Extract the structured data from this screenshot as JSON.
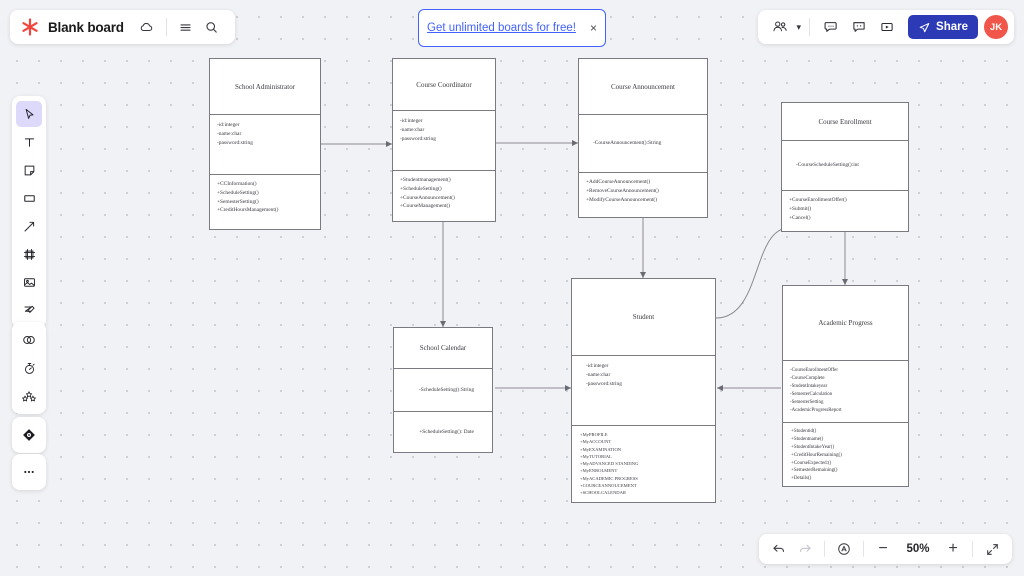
{
  "app": {
    "board_title": "Blank board",
    "logo_icon": "miro-star-icon",
    "cloud_icon": "cloud-saved-icon",
    "menu_icon": "hamburger-menu-icon",
    "search_icon": "search-icon"
  },
  "promo": {
    "text": "Get unlimited boards for free!",
    "close_label": "×",
    "accent": "#4262ff"
  },
  "topbar_right": {
    "people_icon": "people-icon",
    "chevron": "▾",
    "comment_icon": "comment-icon",
    "chat_icon": "chat-icon",
    "present_icon": "present-icon",
    "share_label": "Share",
    "share_icon": "paper-plane-icon",
    "share_color": "#2c3bb5",
    "avatar_initials": "JK",
    "avatar_color": "#f0564a"
  },
  "toolbar": {
    "groups": [
      {
        "items": [
          {
            "name": "select-tool",
            "icon": "cursor-icon",
            "selected": true
          },
          {
            "name": "text-tool",
            "icon": "text-icon",
            "selected": false
          },
          {
            "name": "sticky-note-tool",
            "icon": "sticky-note-icon",
            "selected": false
          },
          {
            "name": "shapes-tool",
            "icon": "rectangle-icon",
            "selected": false
          },
          {
            "name": "connector-tool",
            "icon": "arrow-icon",
            "selected": false
          },
          {
            "name": "frame-tool",
            "icon": "frame-icon",
            "selected": false
          },
          {
            "name": "upload-tool",
            "icon": "image-icon",
            "selected": false
          },
          {
            "name": "pen-tool",
            "icon": "scribble-icon",
            "selected": false
          }
        ]
      },
      {
        "items": [
          {
            "name": "templates-tool",
            "icon": "venn-diagram-icon",
            "selected": false
          },
          {
            "name": "timer-tool",
            "icon": "timer-icon",
            "selected": false
          },
          {
            "name": "apps-tool",
            "icon": "stars-icon",
            "selected": false
          }
        ]
      },
      {
        "items": [
          {
            "name": "smart-diagram-tool",
            "icon": "diamond-icon",
            "selected": false
          }
        ]
      },
      {
        "items": [
          {
            "name": "more-tools",
            "icon": "more-horizontal-icon",
            "selected": false
          }
        ]
      }
    ]
  },
  "bottombar": {
    "undo_icon": "undo-icon",
    "redo_icon": "redo-icon",
    "comment_mode_icon": "circled-a-icon",
    "zoom_out_label": "−",
    "zoom_level": "50%",
    "zoom_in_label": "+",
    "fit_icon": "fit-to-screen-icon"
  },
  "diagram": {
    "type": "uml-class-diagram",
    "classes": [
      {
        "id": "school-administrator",
        "name": "School Administrator",
        "attributes": [
          "-id:integer",
          "-name:char",
          "-password:string"
        ],
        "operations": [
          "+CCInformation()",
          "+ScheduleSetting()",
          "+SemesterSetting()",
          "+CreditHoursManagement()"
        ]
      },
      {
        "id": "course-coordinator",
        "name": "Course Coordinator",
        "attributes": [
          "-id:integer",
          "-name:char",
          "-password:string"
        ],
        "operations": [
          "+Studentmanagement()",
          "+ScheduleSetting()",
          "+CourseAnnouncement()",
          "+CourseManagement()"
        ]
      },
      {
        "id": "course-announcement",
        "name": "Course Announcement",
        "attributes": [
          "-CourseAnnouncement():String"
        ],
        "operations": [
          "+AddCourseAnnouncement()",
          "+RemoveCourseAnnouncement()",
          "+ModifyCourseAnnouncement()"
        ]
      },
      {
        "id": "course-enrollment",
        "name": "Course Enrollment",
        "attributes": [
          "-CourseScheduleSetting():int"
        ],
        "operations": [
          "+CourseEnrollmentOffer()",
          "+Submit()",
          "+Cancel()"
        ]
      },
      {
        "id": "school-calendar",
        "name": "School Calendar",
        "attributes": [
          "-ScheduleSetting():String"
        ],
        "operations": [
          "+ScheduleSetting(): Date"
        ]
      },
      {
        "id": "student",
        "name": "Student",
        "attributes": [
          "-id:integer",
          "-name:char",
          "-password:string"
        ],
        "operations": [
          "+MyPROFILE",
          "+MyACCOUNT",
          "+MyEXAMINATION",
          "+MyTUTORIAL",
          "+MyADVANCED STANDING",
          "+MyENROLMENT",
          "+MyACADEMIC PROGRESS",
          "+COURCEANNOUCEMENT",
          "+SCHOOLCALENDAR"
        ]
      },
      {
        "id": "academic-progress",
        "name": "Academic Progress",
        "attributes": [
          "-CourseEnrollmentOffer",
          "-CourseComplete",
          "-StudentIntakeyear",
          "-SemesterCalculation",
          "-SemesterSetting",
          "-AcademicProgressReport"
        ],
        "operations": [
          "+Studentid()",
          "+Studentname()",
          "+StudentIntakeYear()",
          "+CreditHourRemaining()",
          "+CourseExpected:()",
          "+SemesterRemaining()",
          "+Details()"
        ]
      }
    ],
    "connectors": [
      {
        "from": "school-administrator",
        "to": "course-coordinator"
      },
      {
        "from": "course-coordinator",
        "to": "course-announcement"
      },
      {
        "from": "course-coordinator",
        "to": "school-calendar"
      },
      {
        "from": "course-announcement",
        "to": "student"
      },
      {
        "from": "school-calendar",
        "to": "student"
      },
      {
        "from": "student",
        "to": "course-enrollment"
      },
      {
        "from": "course-enrollment",
        "to": "academic-progress"
      },
      {
        "from": "academic-progress",
        "to": "student"
      }
    ]
  }
}
